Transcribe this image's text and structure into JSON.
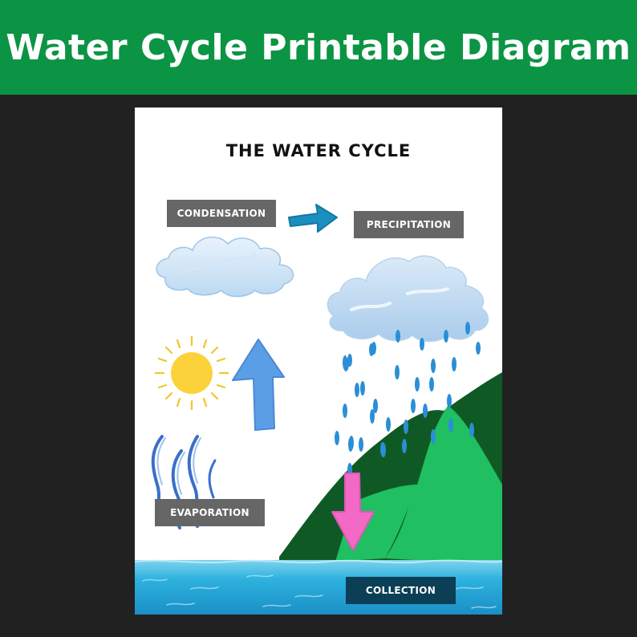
{
  "banner": {
    "title": "Water Cycle Printable Diagram",
    "background": "#0b9444"
  },
  "sheet": {
    "title": "THE WATER CYCLE"
  },
  "labels": {
    "condensation": "CONDENSATION",
    "precipitation": "PRECIPITATION",
    "evaporation": "EVAPORATION",
    "collection": "COLLECTION"
  },
  "colors": {
    "page_background": "#212121",
    "label_gray": "#666666",
    "label_collection": "#0b3f56",
    "arrow_condensation": "#1b8fbf",
    "arrow_evaporation": "#5b9ee6",
    "arrow_collection": "#f26ac6",
    "sun": "#fcd23a",
    "mountain_dark": "#0f5a24",
    "mountain_light": "#1fbf62",
    "water": "#28a8d8",
    "rain": "#2a8fd6"
  }
}
